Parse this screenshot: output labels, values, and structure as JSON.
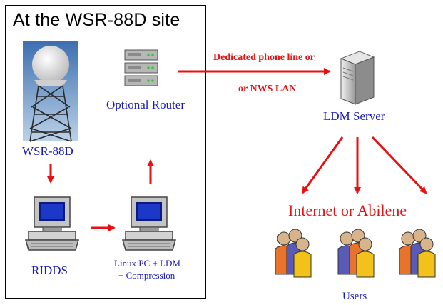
{
  "site": {
    "title": "At the WSR-88D site"
  },
  "nodes": {
    "radar_label": "WSR-88D",
    "router_label": "Optional Router",
    "ridds_label": "RIDDS",
    "linux_label_line1": "Linux PC + LDM",
    "linux_label_line2": "+  Compression",
    "ldm_server_label": "LDM Server",
    "users_label": "Users"
  },
  "link": {
    "line1": "Dedicated phone line or",
    "line2": "or NWS LAN"
  },
  "network": {
    "label": "Internet or Abilene"
  },
  "colors": {
    "arrow": "#e81010",
    "label_blue": "#1a1ab8",
    "label_red": "#e81010"
  },
  "icons": [
    "radar-tower-icon",
    "router-icon",
    "computer-icon",
    "server-icon",
    "users-icon"
  ]
}
